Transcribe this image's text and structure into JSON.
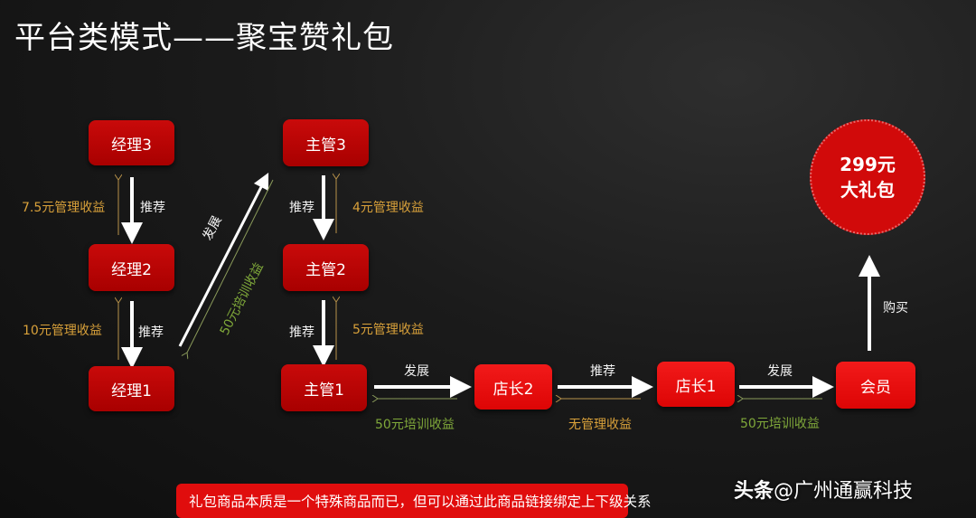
{
  "title": "平台类模式——聚宝赞礼包",
  "nodes": {
    "manager3": "经理3",
    "manager2": "经理2",
    "manager1": "经理1",
    "supervisor3": "主管3",
    "supervisor2": "主管2",
    "supervisor1": "主管1",
    "store_manager2": "店长2",
    "store_manager1": "店长1",
    "member": "会员"
  },
  "gift_pack": {
    "price": "299元",
    "name": "大礼包"
  },
  "edges": {
    "m3_m2_down": "推荐",
    "m3_m2_up": "7.5元管理收益",
    "m2_m1_down": "推荐",
    "m2_m1_up": "10元管理收益",
    "m1_s3_develop": "发展",
    "m1_s3_return": "50元培训收益",
    "s3_s2_down": "推荐",
    "s3_s2_up": "4元管理收益",
    "s2_s1_down": "推荐",
    "s2_s1_up": "5元管理收益",
    "s1_sm2_forward": "发展",
    "s1_sm2_return": "50元培训收益",
    "sm2_sm1_forward": "推荐",
    "sm2_sm1_return": "无管理收益",
    "sm1_member_forward": "发展",
    "sm1_member_return": "50元培训收益",
    "member_buy": "购买"
  },
  "banner": "礼包商品本质是一个特殊商品而已，但可以通过此商品链接绑定上下级关系",
  "watermark": {
    "prefix": "头条",
    "handle": "@广州通赢科技"
  },
  "colors": {
    "node_red": "#d10a0a",
    "income_gold": "#d9a13a",
    "training_green": "#7fa83a",
    "background": "#1b1b1b"
  }
}
